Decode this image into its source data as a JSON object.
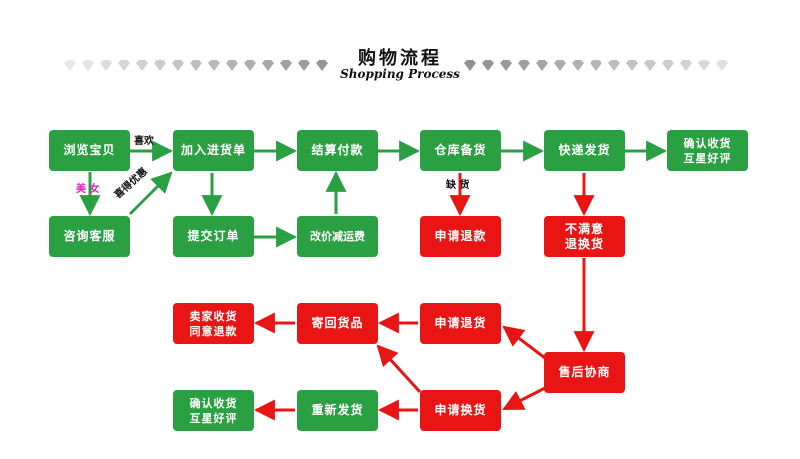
{
  "header": {
    "title": "购物流程",
    "subtitle": "Shopping Process"
  },
  "colors": {
    "green": "#2aa043",
    "red": "#e91515"
  },
  "nodes": {
    "browse": "浏览宝贝",
    "consult": "咨询客服",
    "add_cart": "加入进货单",
    "submit_order": "提交订单",
    "checkout": "结算付款",
    "change_price": "改价减运费",
    "warehouse": "仓库备货",
    "refund": "申请退款",
    "express": "快递发货",
    "confirm_rate_1": "确认收货\n互星好评",
    "unsatisfied": "不满意\n退换货",
    "after_sale": "售后协商",
    "apply_return": "申请退货",
    "send_back": "寄回货品",
    "seller_refund": "卖家收货\n同意退款",
    "apply_exchange": "申请换货",
    "resend": "重新发货",
    "confirm_rate_2": "确认收货\n互星好评"
  },
  "edge_labels": {
    "like": "喜欢",
    "beauty": "美 女",
    "bargain": "喜得优惠",
    "out_of_stock": "缺 货"
  }
}
